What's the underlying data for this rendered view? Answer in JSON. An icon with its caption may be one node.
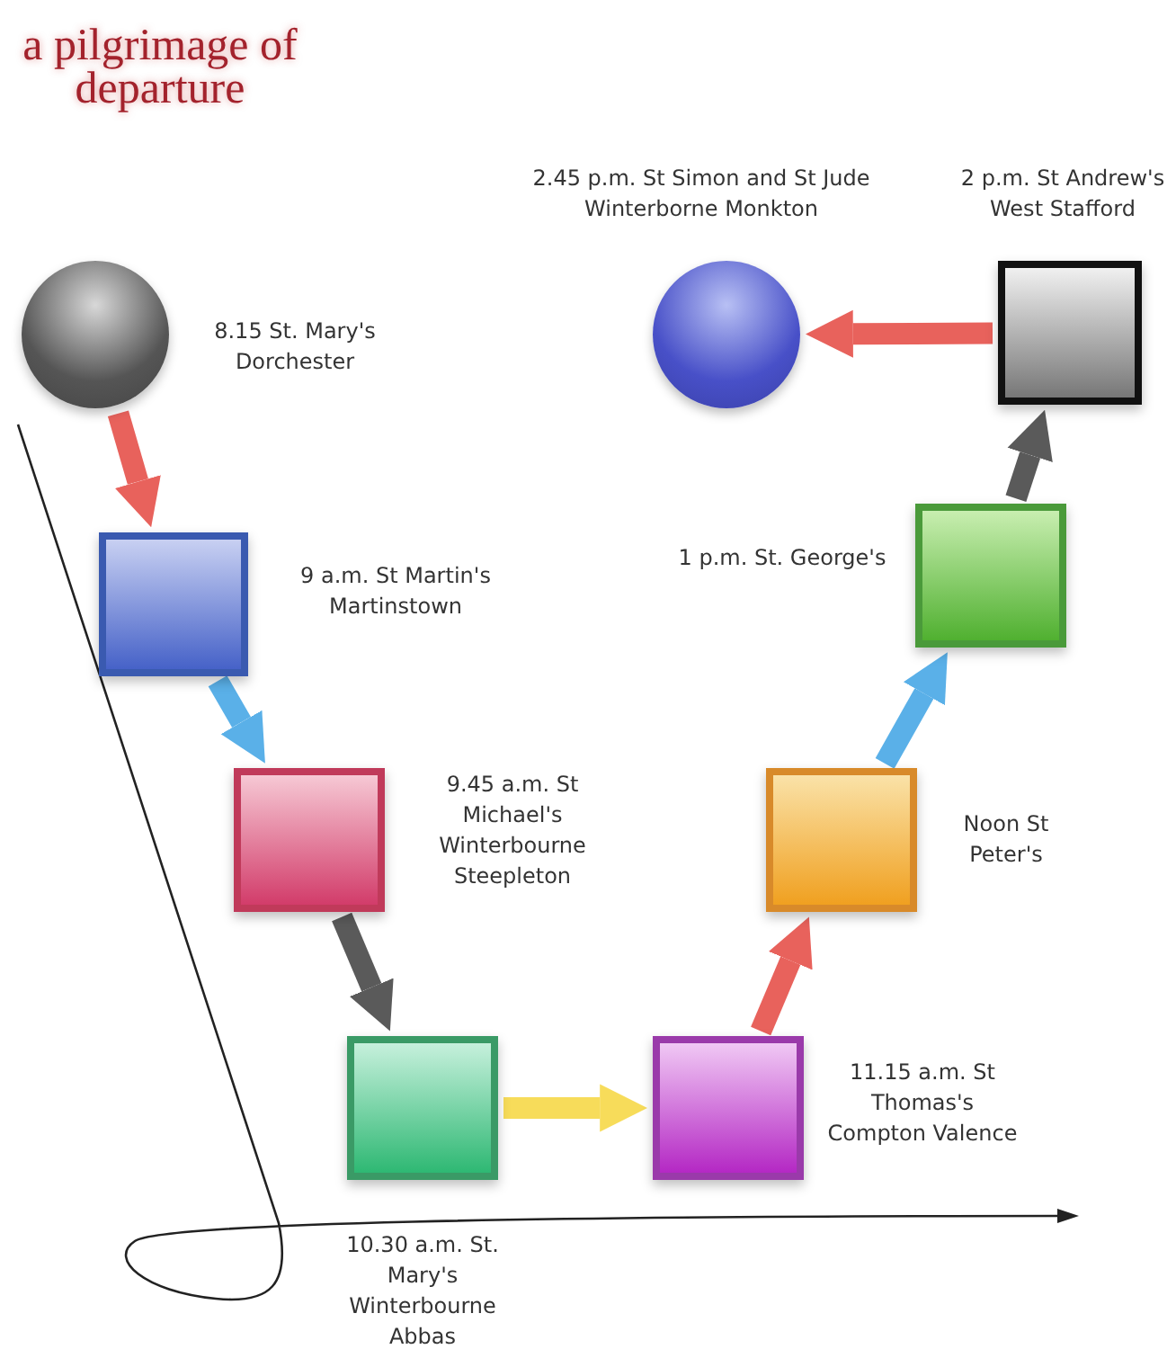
{
  "diagram": {
    "title": "a pilgrimage of departure",
    "nodes": [
      {
        "text": [],
        "shape": "circle",
        "beside": [
          "8.15 St. Mary's Dorchester"
        ]
      },
      {
        "text": [],
        "shape": "box",
        "beside": [
          "9 a.m. St Martin's Martinstown"
        ]
      },
      {
        "text": [],
        "shape": "box",
        "beside": [
          "9.45 a.m. St Michael's Winterbourne Steepleton"
        ]
      },
      {
        "text": [],
        "shape": "box",
        "beside": [
          "10.30 a.m. St. Mary's Winterbourne Abbas"
        ]
      },
      {
        "text": [],
        "shape": "box",
        "beside": [
          "11.15 a.m. St Thomas's Compton Valence"
        ]
      },
      {
        "text": [],
        "shape": "box",
        "beside": [
          "Noon St Peter's"
        ]
      },
      {
        "text": [],
        "shape": "box",
        "beside": [
          "1 p.m. St. George's"
        ]
      },
      {
        "text": [],
        "shape": "box",
        "beside": [
          "2 p.m. St Andrew's West Stafford"
        ]
      },
      {
        "text": [],
        "shape": "circle",
        "beside": [
          "2.45 p.m. St Simon and St Jude Winterborne Monkton"
        ]
      }
    ],
    "edges": [
      {
        "from": 0,
        "to": 1,
        "arrow": "to",
        "color": "#e8625c"
      },
      {
        "from": 1,
        "to": 2,
        "arrow": "to",
        "color": "#5ab0e8"
      },
      {
        "from": 2,
        "to": 3,
        "arrow": "to",
        "color": "#5a5a5a"
      },
      {
        "from": 3,
        "to": 4,
        "arrow": "to",
        "color": "#f7dc5a"
      },
      {
        "from": 4,
        "to": 5,
        "arrow": "to",
        "color": "#e8625c"
      },
      {
        "from": 5,
        "to": 6,
        "arrow": "to",
        "color": "#5ab0e8"
      },
      {
        "from": 6,
        "to": 7,
        "arrow": "to",
        "color": "#5a5a5a"
      },
      {
        "from": 7,
        "to": 8,
        "arrow": "to",
        "color": "#e8625c"
      }
    ]
  }
}
